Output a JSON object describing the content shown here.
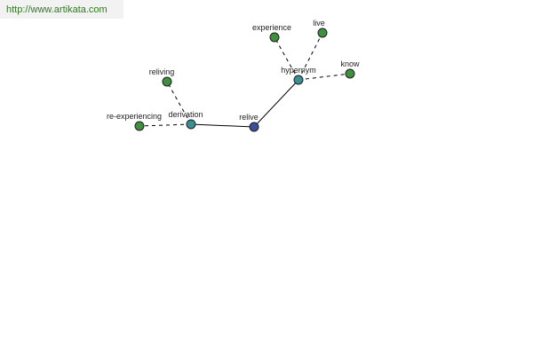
{
  "source_link": "http://www.artikata.com",
  "colors": {
    "root_node": "#3b4e9a",
    "relation_node": "#3a8f95",
    "word_node": "#3e8f3e",
    "link_text": "#2f7a1f"
  },
  "nodes": {
    "relive": {
      "label": "relive",
      "kind": "root"
    },
    "hypernym": {
      "label": "hypernym",
      "kind": "relation"
    },
    "derivation": {
      "label": "derivation",
      "kind": "relation"
    },
    "experience": {
      "label": "experience",
      "kind": "word"
    },
    "live": {
      "label": "live",
      "kind": "word"
    },
    "know": {
      "label": "know",
      "kind": "word"
    },
    "reliving": {
      "label": "reliving",
      "kind": "word"
    },
    "re_experiencing": {
      "label": "re-experiencing",
      "kind": "word"
    }
  },
  "edges": [
    {
      "from": "relive",
      "to": "derivation",
      "style": "solid"
    },
    {
      "from": "relive",
      "to": "hypernym",
      "style": "solid"
    },
    {
      "from": "hypernym",
      "to": "experience",
      "style": "dashed"
    },
    {
      "from": "hypernym",
      "to": "live",
      "style": "dashed"
    },
    {
      "from": "hypernym",
      "to": "know",
      "style": "dashed"
    },
    {
      "from": "derivation",
      "to": "reliving",
      "style": "dashed"
    },
    {
      "from": "derivation",
      "to": "re_experiencing",
      "style": "dashed"
    }
  ]
}
